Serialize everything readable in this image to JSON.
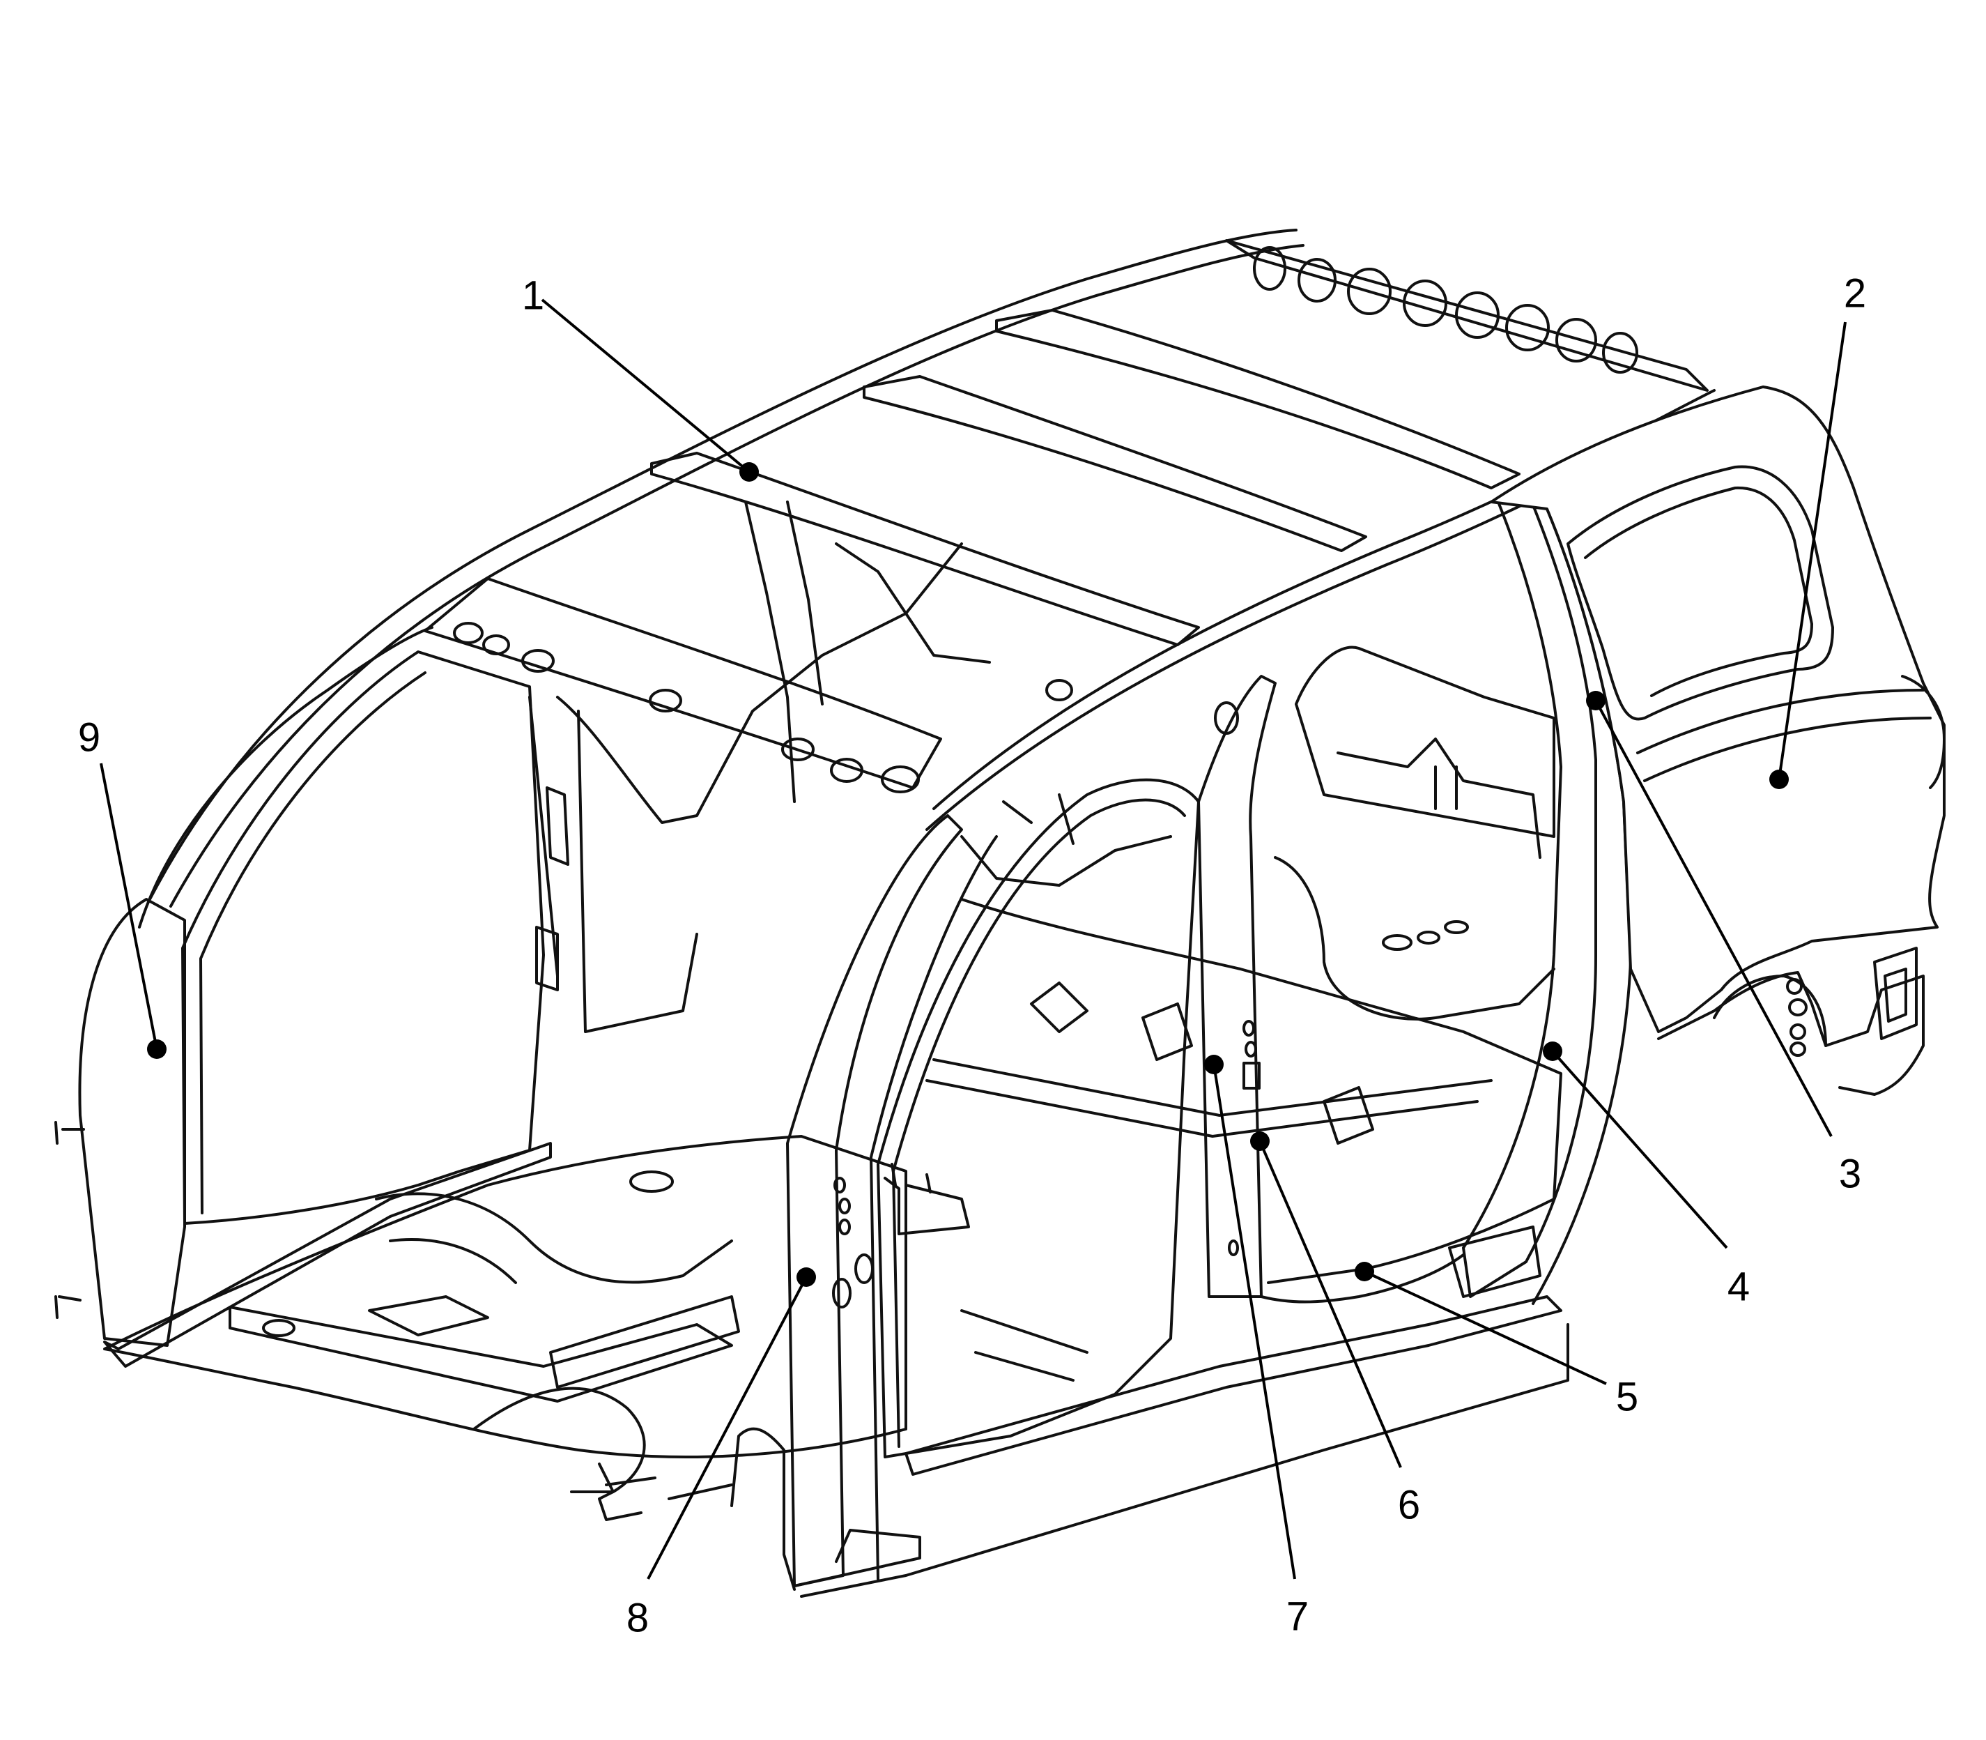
{
  "colors": {
    "background": "#ffffff",
    "line": "#111111",
    "callout": "#000000"
  },
  "callouts": [
    {
      "id": "1",
      "label": "1"
    },
    {
      "id": "2",
      "label": "2"
    },
    {
      "id": "3",
      "label": "3"
    },
    {
      "id": "4",
      "label": "4"
    },
    {
      "id": "5",
      "label": "5"
    },
    {
      "id": "6",
      "label": "6"
    },
    {
      "id": "7",
      "label": "7"
    },
    {
      "id": "8",
      "label": "8"
    },
    {
      "id": "9",
      "label": "9"
    }
  ]
}
